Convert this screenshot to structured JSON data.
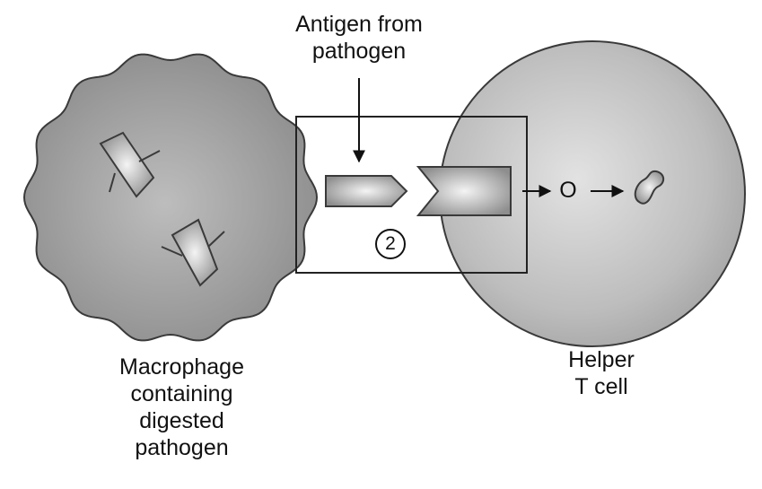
{
  "labels": {
    "antigen": [
      "Antigen from",
      "pathogen"
    ],
    "macrophage": [
      "Macrophage",
      "containing",
      "digested",
      "pathogen"
    ],
    "helper_t_cell": [
      "Helper",
      "T cell"
    ],
    "step_number": "2",
    "signal": "O"
  },
  "colors": {
    "cell_fill_light": "#cfcfcf",
    "cell_fill_dark": "#8c8c8c",
    "outline": "#3a3a3a",
    "background": "#ffffff"
  }
}
